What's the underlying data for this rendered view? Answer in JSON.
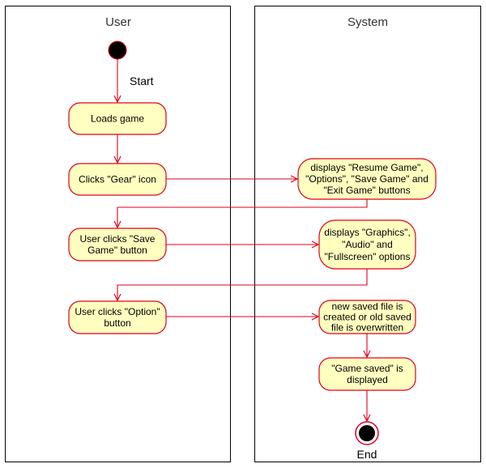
{
  "lanes": {
    "user": {
      "title": "User"
    },
    "system": {
      "title": "System"
    }
  },
  "labels": {
    "start": "Start",
    "end": "End"
  },
  "nodes": {
    "loads_game": [
      "Loads game"
    ],
    "clicks_gear": [
      "Clicks \"Gear\" icon"
    ],
    "displays_menu": [
      "displays \"Resume Game\",",
      "\"Options\", \"Save Game\" and",
      "\"Exit Game\" buttons"
    ],
    "clicks_save": [
      "User clicks \"Save",
      "Game\" button"
    ],
    "displays_options": [
      "displays \"Graphics\",",
      "\"Audio\" and",
      "\"Fullscreen\" options"
    ],
    "clicks_option": [
      "User clicks \"Option\"",
      "button"
    ],
    "file_saved": [
      "new saved file is",
      "created or old saved",
      "file is overwritten"
    ],
    "game_saved": [
      "\"Game saved\" is",
      "displayed"
    ]
  },
  "colors": {
    "node_fill": "#ffffc0",
    "node_stroke": "#e0001b",
    "flow": "#e0001b",
    "lane_border": "#000000",
    "start_fill": "#000000"
  }
}
